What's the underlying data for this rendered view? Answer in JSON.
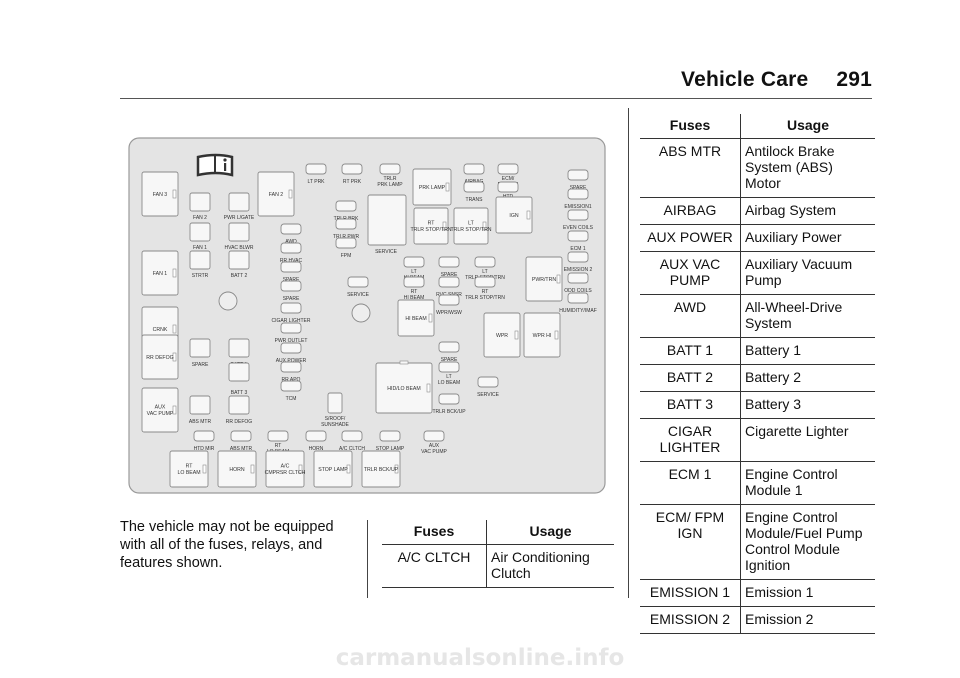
{
  "header": {
    "section": "Vehicle Care",
    "page_number": "291"
  },
  "note": "The vehicle may not be equipped with all of the fuses, relays, and features shown.",
  "table_small": {
    "headers": [
      "Fuses",
      "Usage"
    ],
    "rows": [
      [
        "A/C CLTCH",
        "Air Conditioning Clutch"
      ]
    ]
  },
  "table_right": {
    "headers": [
      "Fuses",
      "Usage"
    ],
    "rows": [
      [
        "ABS MTR",
        "Antilock Brake System (ABS) Motor"
      ],
      [
        "AIRBAG",
        "Airbag System"
      ],
      [
        "AUX POWER",
        "Auxiliary Power"
      ],
      [
        "AUX VAC PUMP",
        "Auxiliary Vacuum Pump"
      ],
      [
        "AWD",
        "All-Wheel-Drive System"
      ],
      [
        "BATT 1",
        "Battery 1"
      ],
      [
        "BATT 2",
        "Battery 2"
      ],
      [
        "BATT 3",
        "Battery 3"
      ],
      [
        "CIGAR LIGHTER",
        "Cigarette Lighter"
      ],
      [
        "ECM 1",
        "Engine Control Module 1"
      ],
      [
        "ECM/ FPM IGN",
        "Engine Control Module/Fuel Pump Control Module Ignition"
      ],
      [
        "EMISSION 1",
        "Emission 1"
      ],
      [
        "EMISSION 2",
        "Emission 2"
      ]
    ]
  },
  "diagram": {
    "info_icon": "info-manual-icon",
    "labels": {
      "fan3": "FAN 3",
      "fan1": "FAN 1",
      "crnk": "CRNK",
      "rr_defog_left": "RR DEFOG",
      "aux_vac_pump_left": "AUX VAC PUMP",
      "fan2_small": "FAN 2",
      "pwr_lgate": "PWR L/GATE",
      "fan1_small": "FAN 1",
      "hvac_blwr": "HVAC BLWR",
      "strtr": "STRTR",
      "batt2": "BATT 2",
      "fan2_relay": "FAN 2",
      "lt_prk": "LT PRK",
      "rt_prk": "RT PRK",
      "trlr_prk_lamp": "TRLR PRK LAMP",
      "prk_lamp": "PRK LAMP",
      "airbag": "AIRBAG",
      "ecm_fpm_ign": "ECM/ FPM IGN",
      "trans": "TRANS",
      "htd_str_whl": "HTD STR WHL",
      "spare_r1": "SPARE",
      "emission1": "EMISSION1",
      "even_coils": "EVEN COILS",
      "ecm1": "ECM 1",
      "emission2": "EMISSION 2",
      "odd_coils": "ODD COILS",
      "humidity_maf": "HUMIDITY/IMAF",
      "awd": "AWD",
      "rr_hvac": "RR HVAC",
      "spare_m1": "SPARE",
      "spare_m2": "SPARE",
      "cigar_lighter": "CIGAR LIGHTER",
      "pwr_outlet": "PWR OUTLET",
      "aux_power": "AUX POWER",
      "rr_apo": "RR APO",
      "tcm": "TCM",
      "trlr_brk": "TRLR BRK",
      "trlr_pwr": "TRLR PWR",
      "fpm": "FPM",
      "service_m": "SERVICE",
      "service_big": "SERVICE",
      "rt_trlr_stop_trn": "RT TRLR STOP/TRN",
      "lt_trlr_stop_trn_relay": "LT TRLR STOP/TRN",
      "ign": "IGN",
      "lt_hi_beam": "LT HI BEAM",
      "spare_c": "SPARE",
      "lt_trlr_stop_trn": "LT TRLR STOP/TRN",
      "pwr_trn": "PWR/TRN",
      "rt_hi_beam": "RT HI BEAM",
      "rvc_snsr": "RVC SNSR",
      "rt_trlr_stop_trn_fuse": "RT TRLR STOP/TRN",
      "hi_beam": "HI BEAM",
      "wpr_wsw": "WPR/WSW",
      "wpr": "WPR",
      "wpr_hi": "WPR HI",
      "spare_b": "SPARE",
      "hid_lo_beam": "HID/LO BEAM",
      "lt_lo_beam": "LT LO BEAM",
      "service_b": "SERVICE",
      "trlr_bck_up": "TRLR BCK/UP",
      "spare_l": "SPARE",
      "batt1": "BATT 1",
      "batt3": "BATT 3",
      "abs_mtr": "ABS MTR",
      "rr_defog_small": "RR DEFOG",
      "s_roof_sunshade": "S/ROOF/ SUNSHADE",
      "htd_mir": "HTD MIR",
      "abs_mtr2": "ABS MTR",
      "rt_lo_beam_fuse": "RT LO BEAM",
      "horn_fuse": "HORN",
      "ac_cltch": "A/C CLTCH",
      "stop_lamp_fuse": "STOP LAMP",
      "aux_vac_pump_fuse": "AUX VAC PUMP",
      "rt_lo_beam": "RT LO BEAM",
      "horn": "HORN",
      "ac_cmprsr_cltch": "A/C CMPRSR CLTCH",
      "stop_lamp": "STOP LAMP",
      "trlr_bck_up_relay": "TRLR BCK/UP"
    }
  },
  "watermark": "carmanualsonline.info"
}
